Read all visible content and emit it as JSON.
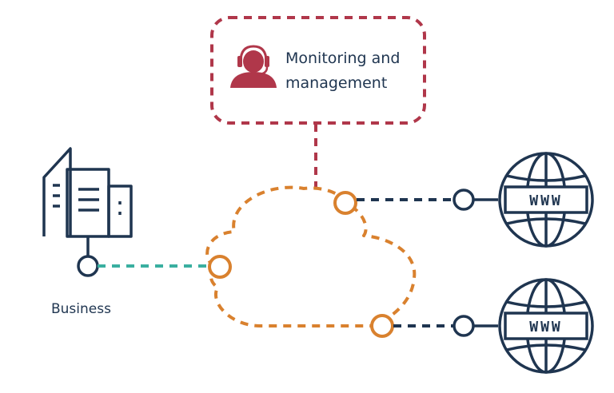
{
  "monitoring": {
    "line1": "Monitoring and",
    "line2": "management",
    "icon": "headset-operator-icon"
  },
  "business": {
    "label": "Business",
    "icon": "office-buildings-icon"
  },
  "internet": {
    "top_icon_text": "WWW",
    "bottom_icon_text": "WWW",
    "icon": "globe-www-icon"
  },
  "colors": {
    "monitoring_box": "#b0374a",
    "cloud": "#d9812e",
    "business_link": "#3aafa0",
    "internet_link": "#1f3550",
    "text": "#1f3550"
  }
}
